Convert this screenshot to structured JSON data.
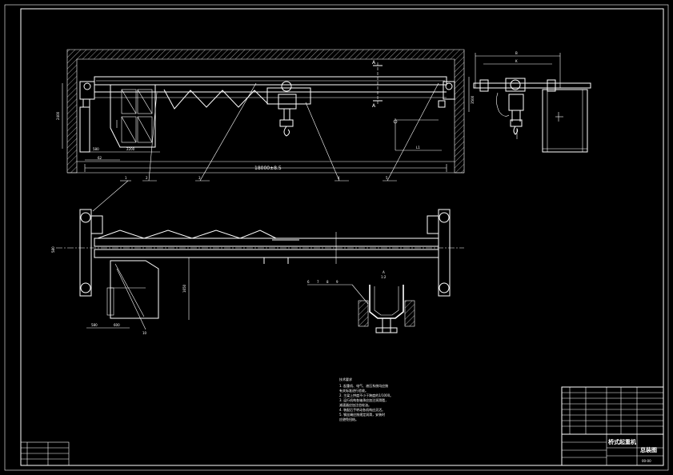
{
  "drawing": {
    "title": "桥式起重机",
    "sheet_name": "总装图",
    "code": "00-00",
    "dimensions": {
      "span": "18000±8.5",
      "height_left": "2400",
      "width_580": "580",
      "width_2200": "2200",
      "width_62": "62",
      "width_b": "B",
      "width_k": "K",
      "height_3500": "3500",
      "plan_width": "580",
      "cab_height": "1650",
      "cab_580": "580",
      "cab_600": "600",
      "section_a": "A",
      "section_scale": "1:2",
      "l1": "L1"
    },
    "callouts": [
      "1",
      "2",
      "3",
      "4",
      "5",
      "6",
      "7",
      "8",
      "9",
      "10"
    ],
    "section_labels": [
      "A",
      "A"
    ],
    "notes_title": "技术要求",
    "notes": [
      "1. 起重机、电气、液压系统均应按",
      "   有关标准进行验收。",
      "2. 主梁上拱度不小于跨度的1/1000。",
      "3. 运行机构各轴承应加注润滑脂，",
      "   减速器应加注齿轮油。",
      "4. 装配后手转动各机构应灵活。",
      "5. 钢丝绳应按规定润滑，安装时",
      "   应避免扭结。"
    ]
  }
}
